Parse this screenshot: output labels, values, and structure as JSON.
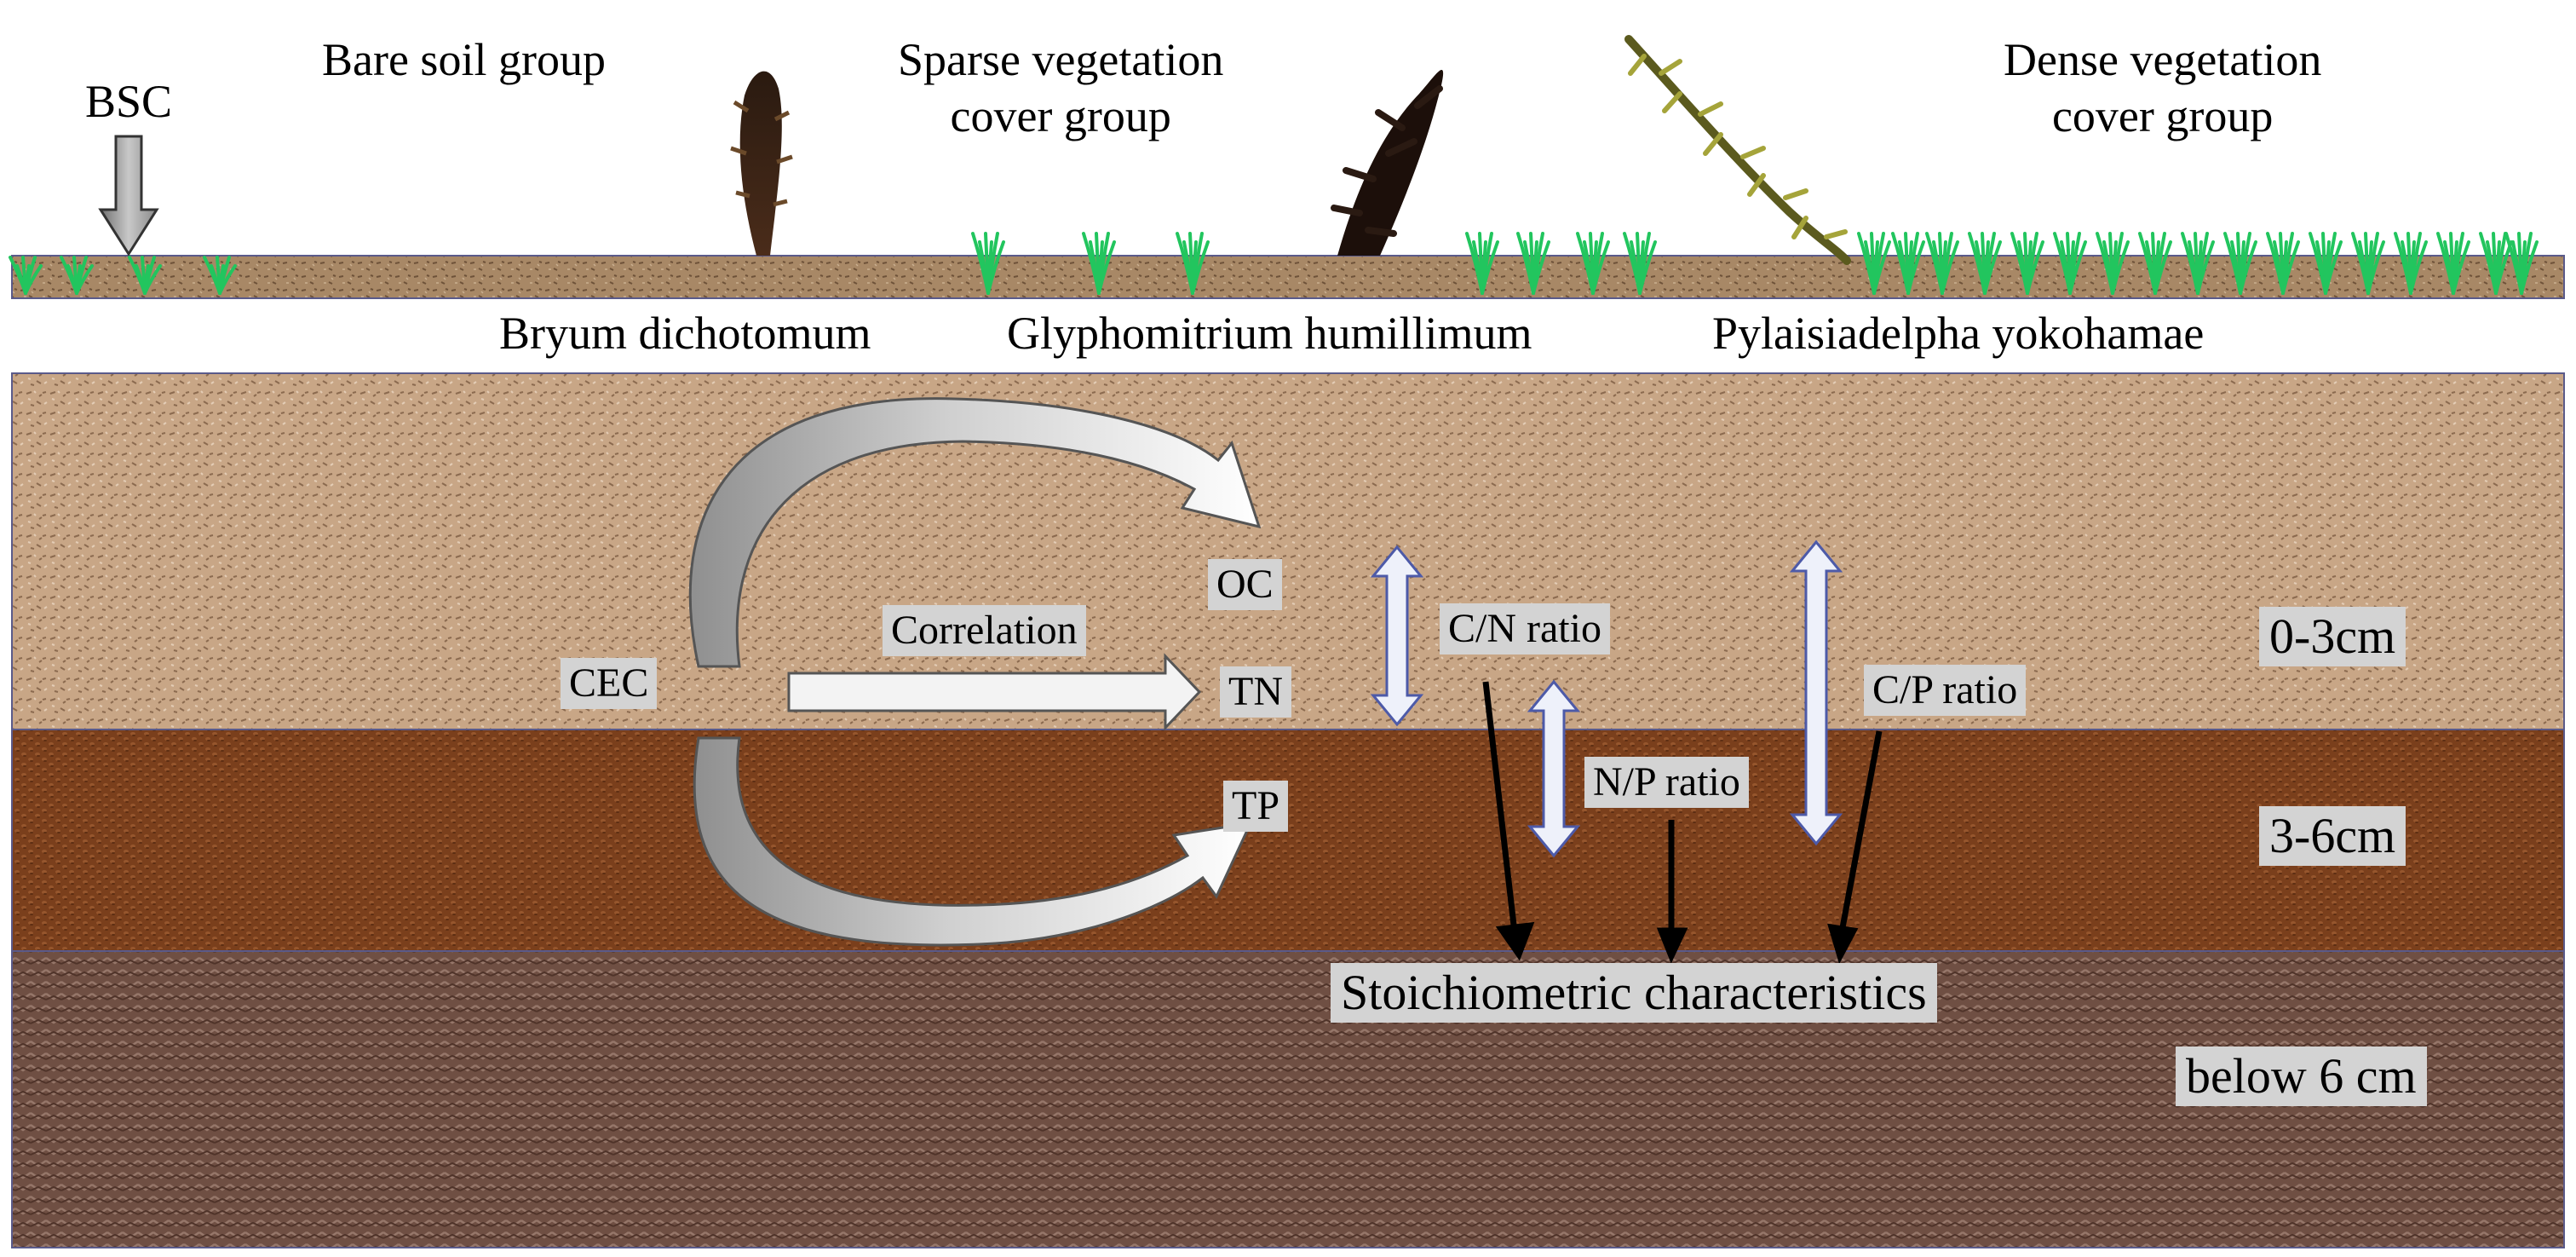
{
  "groups": {
    "bare": "Bare soil group",
    "sparse_line1": "Sparse vegetation",
    "sparse_line2": "cover group",
    "dense_line1": "Dense vegetation",
    "dense_line2": "cover group"
  },
  "bsc_label": "BSC",
  "species": {
    "bryum": "Bryum dichotomum",
    "glyphomitrium": "Glyphomitrium humillimum",
    "pylaisiadelpha": "Pylaisiadelpha yokohamae"
  },
  "layers": {
    "top": "0-3cm",
    "mid": "3-6cm",
    "bottom": "below 6 cm"
  },
  "nodes": {
    "cec": "CEC",
    "correlation": "Correlation",
    "oc": "OC",
    "tn": "TN",
    "tp": "TP",
    "cn_ratio": "C/N ratio",
    "np_ratio": "N/P ratio",
    "cp_ratio": "C/P ratio",
    "stoich": "Stoichiometric characteristics"
  },
  "colors": {
    "topsoil": "#c8a686",
    "midsoil": "#7a3f1c",
    "subsoil": "#6f4f43",
    "grass": "#22c55e",
    "label_bg": "#d3d3d3",
    "arrow_fill": "#f3f3f3"
  }
}
